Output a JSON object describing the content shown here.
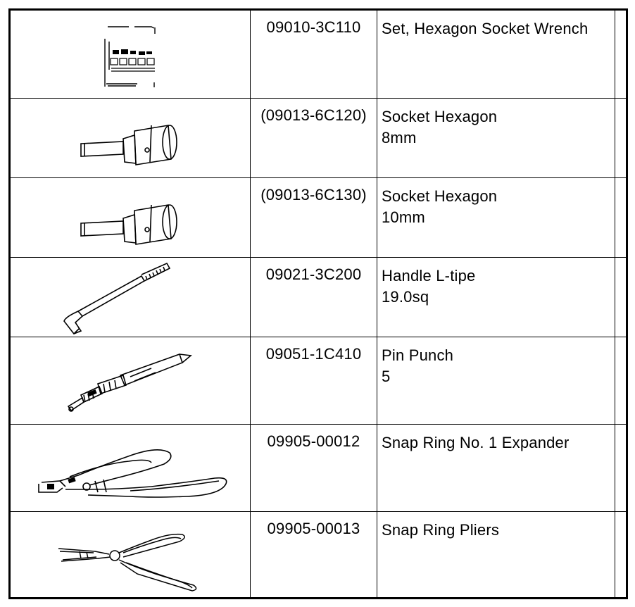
{
  "tools": [
    {
      "part_number": "09010-3C110",
      "name": "Set, Hexagon Socket Wrench",
      "detail": "",
      "icon": "socket-wrench-set-case-icon"
    },
    {
      "part_number": "(09013-6C120)",
      "name": "Socket Hexagon",
      "detail": "8mm",
      "icon": "hex-socket-icon"
    },
    {
      "part_number": "(09013-6C130)",
      "name": "Socket Hexagon",
      "detail": "10mm",
      "icon": "hex-socket-icon"
    },
    {
      "part_number": "09021-3C200",
      "name": "Handle L-tipe",
      "detail": "19.0sq",
      "icon": "l-handle-icon"
    },
    {
      "part_number": "09051-1C410",
      "name": "Pin Punch",
      "detail": "5",
      "icon": "pin-punch-icon"
    },
    {
      "part_number": "09905-00012",
      "name": "Snap Ring No. 1 Expander",
      "detail": "",
      "icon": "snap-ring-expander-icon"
    },
    {
      "part_number": "09905-00013",
      "name": "Snap Ring Pliers",
      "detail": "",
      "icon": "snap-ring-pliers-icon"
    }
  ]
}
